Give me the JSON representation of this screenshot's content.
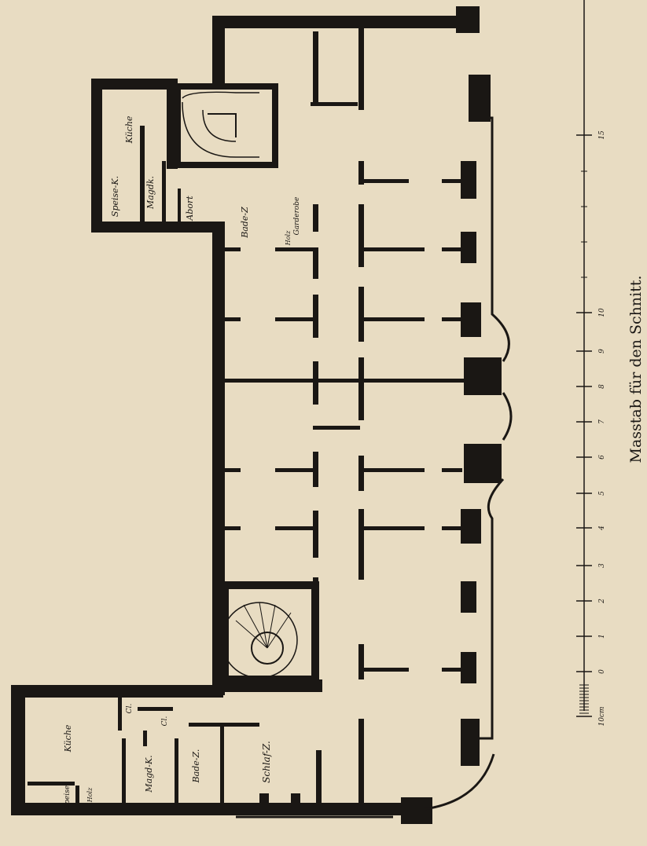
{
  "plan": {
    "room_labels": {
      "kueche_top": "Küche",
      "speise_top": "Speise-K.",
      "magdk_top": "Magdk.",
      "abort": "Abort",
      "bade_top": "Bade-Z",
      "garderobe": "Garderobe",
      "holz_top": "Holz",
      "kueche_bottom": "Küche",
      "speise_bottom": "Speise",
      "holz_bottom": "Holz",
      "magdk_bottom": "Magd-K.",
      "bade_bottom": "Bade-Z.",
      "schlaf": "Schlaf-Z.",
      "cl1": "Cl.",
      "cl2": "Cl."
    }
  },
  "scale": {
    "caption": "Masstab für den Schnitt.",
    "ticks": [
      "10cm",
      "0",
      "1",
      "2",
      "3",
      "4",
      "5",
      "6",
      "7",
      "8",
      "9",
      "10",
      "15"
    ]
  },
  "colors": {
    "paper": "#e8dcc2",
    "ink": "#1a1714"
  }
}
